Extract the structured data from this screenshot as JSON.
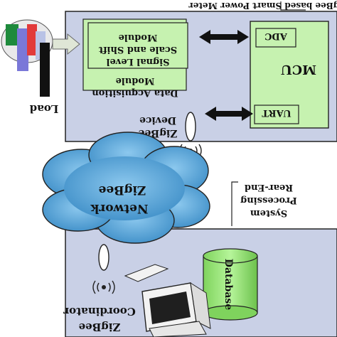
{
  "diagram": {
    "top_box_title": "ZigBee based Smart Power Meter",
    "load_label": "Load",
    "signal_module": {
      "line1": "Signal Level",
      "line2": "Scale and Shift",
      "line3": "Module"
    },
    "data_acquisition": {
      "line1": "Data Acquisition",
      "line2": "Module"
    },
    "mcu": {
      "label": "MCU",
      "adc": "ADC",
      "uart": "UART"
    },
    "zigbee_device": {
      "line1": "ZigBee",
      "line2": "Device"
    },
    "network": {
      "line1": "ZigBee",
      "line2": "Network"
    },
    "rear_end": {
      "line1": "Rear-End",
      "line2": "Processing",
      "line3": "System"
    },
    "database_label": "Database",
    "coordinator": {
      "line1": "ZigBee",
      "line2": "Coordinator"
    },
    "colors": {
      "box_fill": "#c9d0e6",
      "green_fill": "#c6f2b0",
      "cloud_fill": "#5aa6d8",
      "db_fill": "#9ee87e"
    }
  }
}
